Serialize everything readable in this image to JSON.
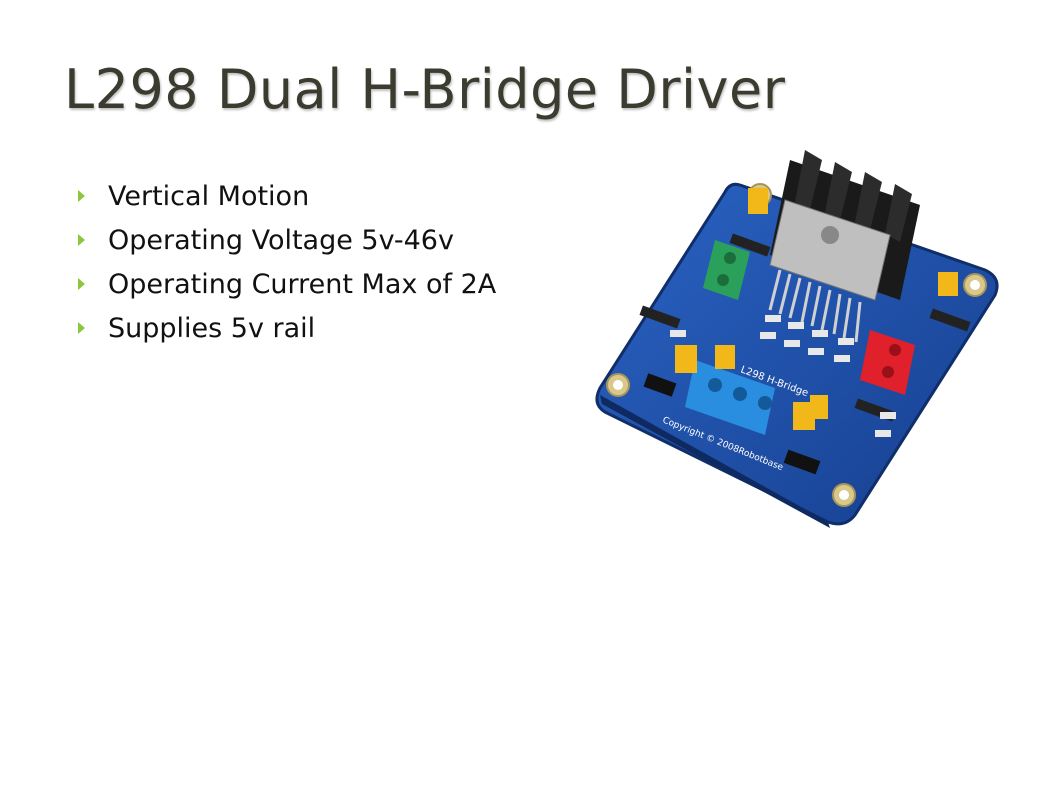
{
  "slide": {
    "title": "L298 Dual H-Bridge Driver",
    "bullets": [
      "Vertical Motion",
      "Operating Voltage 5v-46v",
      "Operating Current Max of 2A",
      "Supplies 5v rail"
    ],
    "image": {
      "description_icon": "l298-board-photo",
      "board_label": "L298 H-Bridge",
      "silkscreen": "Copyright © 2008Robotbase"
    }
  },
  "colors": {
    "bullet": "#8cc63e",
    "title": "#3b3b2f",
    "board": "#1f4fa8"
  }
}
